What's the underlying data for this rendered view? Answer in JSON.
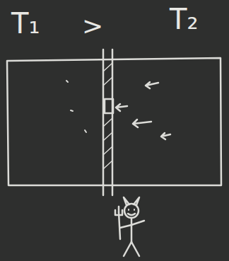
{
  "diagram": {
    "labels": [
      "T₁",
      ">",
      "T₂"
    ]
  }
}
